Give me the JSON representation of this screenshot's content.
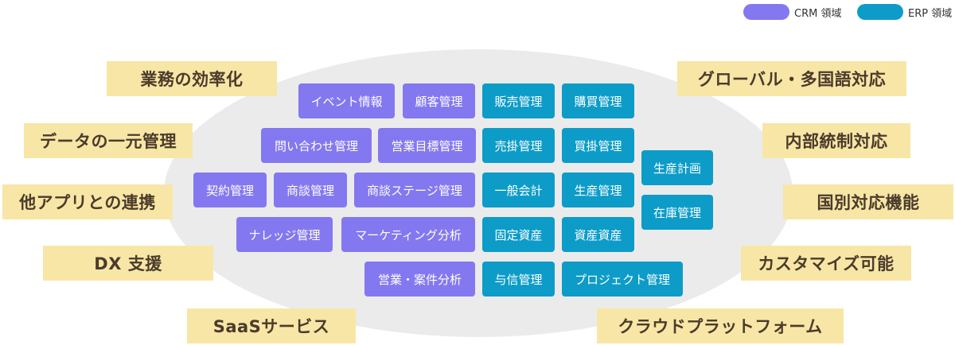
{
  "legend": {
    "crm": {
      "label": "CRM 領域",
      "color": "#8478f0"
    },
    "erp": {
      "label": "ERP 領域",
      "color": "#0d9cc8"
    }
  },
  "crm_modules": [
    "イベント情報",
    "顧客管理",
    "問い合わせ管理",
    "営業目標管理",
    "契約管理",
    "商談管理",
    "商談ステージ管理",
    "ナレッジ管理",
    "マーケティング分析",
    "営業・案件分析"
  ],
  "erp_modules": [
    "販売管理",
    "購買管理",
    "売掛管理",
    "買掛管理",
    "生産計画",
    "一般会計",
    "生産管理",
    "在庫管理",
    "固定資産",
    "資産資産",
    "与信管理",
    "プロジェクト管理"
  ],
  "left_tags": [
    "業務の効率化",
    "データの一元管理",
    "他アプリとの連携",
    "DX 支援",
    "SaaSサービス"
  ],
  "right_tags": [
    "グローバル・多国語対応",
    "内部統制対応",
    "国別対応機能",
    "カスタマイズ可能",
    "クラウドプラットフォーム"
  ],
  "colors": {
    "tag_bg": "#f8e6a6",
    "tag_text": "#4a3b2b",
    "ellipse": "#ebebeb"
  }
}
